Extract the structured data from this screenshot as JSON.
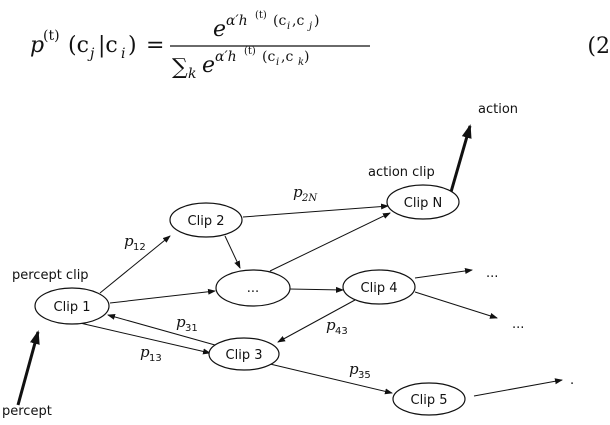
{
  "equation": {
    "lhs_p": "p",
    "lhs_t": "(t)",
    "lhs_args": "(c",
    "lhs_j": "j",
    "lhs_bar": "|c",
    "lhs_i": "i",
    "lhs_close": ")",
    "equals": "=",
    "num_e": "e",
    "num_exp": "α′h",
    "num_t": "(t)",
    "num_args": "(c",
    "num_i": "i",
    "num_comma": ",c",
    "num_j": "j",
    "num_close": ")",
    "den_sum": "∑",
    "den_k": "k",
    "den_e": "e",
    "den_exp": "α′h",
    "den_t": "(t)",
    "den_args": "(c",
    "den_i": "i",
    "den_comma": ",c",
    "den_kk": "k",
    "den_close": ")",
    "number": "(2"
  },
  "diagram": {
    "nodes": {
      "clip1": "Clip 1",
      "clip2": "Clip 2",
      "ellipsis_node": "...",
      "clipN": "Clip N",
      "clip4": "Clip 4",
      "clip3": "Clip 3",
      "clip5": "Clip 5"
    },
    "labels": {
      "action": "action",
      "action_clip": "action clip",
      "percept_clip": "percept clip",
      "percept": "percept",
      "dots_a": "...",
      "dots_b": "...",
      "dots_c": "."
    },
    "edges": {
      "p12": "p",
      "p12_sub": "12",
      "p2N": "p",
      "p2N_sub": "2N",
      "p31": "p",
      "p31_sub": "31",
      "p13": "p",
      "p13_sub": "13",
      "p43": "p",
      "p43_sub": "43",
      "p35": "p",
      "p35_sub": "35"
    }
  }
}
